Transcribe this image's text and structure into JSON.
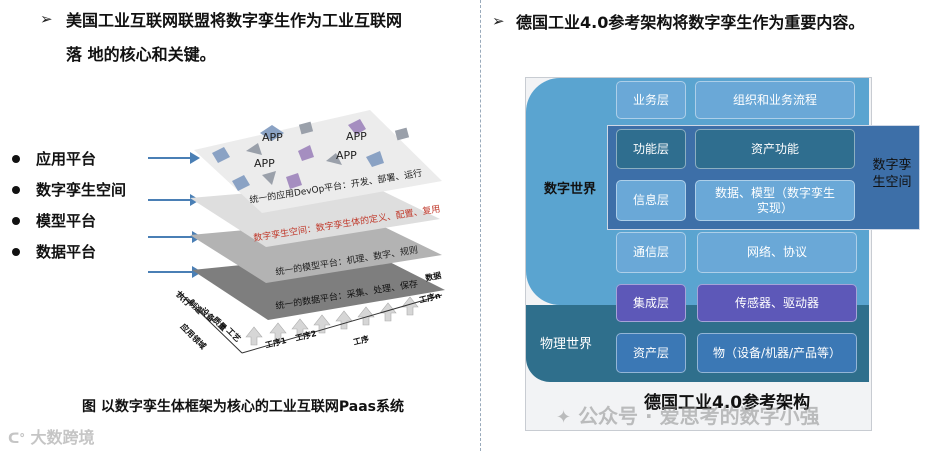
{
  "left": {
    "heading_line1": "美国工业互联网联盟将数字孪生作为工业互联网",
    "heading_line2": "落  地的核心和关键。",
    "bullets": [
      "应用平台",
      "数字孪生空间",
      "模型平台",
      "数据平台"
    ],
    "layers": {
      "app": "APP",
      "devops": "统一的应用DevOp平台：开发、部署、运行",
      "twin": "数字孪生空间：数字孪生体的定义、配置、复用",
      "model": "统一的模型平台：机理、数字、规则",
      "data": "统一的数据平台：采集、处理、保存",
      "data_tag": "数据",
      "process_n": "工序n",
      "process_1": "工序1",
      "process_2": "工序2",
      "process": "工序",
      "side_labels": [
        "执行",
        "制造",
        "设备",
        "质量",
        "工艺"
      ],
      "scenario": "应用领域"
    },
    "caption": "图  以数字孪生体框架为核心的工业互联网Paas系统"
  },
  "right": {
    "heading": "德国工业4.0参考架构将数字孪生作为重要内容。",
    "digital_world": "数字世界",
    "physical_world": "物理世界",
    "digital_twin_space": "数字孪生空间",
    "rows": [
      {
        "layer": "业务层",
        "content": "组织和业务流程"
      },
      {
        "layer": "功能层",
        "content": "资产功能"
      },
      {
        "layer": "信息层",
        "content": "数据、模型（数字孪生实现）"
      },
      {
        "layer": "通信层",
        "content": "网络、协议"
      },
      {
        "layer": "集成层",
        "content": "传感器、驱动器"
      },
      {
        "layer": "资产层",
        "content": "物（设备/机器/产品等）"
      }
    ],
    "title": "德国工业4.0参考架构"
  },
  "watermarks": {
    "bottom_left": "大数跨境",
    "bottom_right": "公众号 · 爱思考的数字小强"
  },
  "colors": {
    "accent_blue": "#5aa4d0",
    "dark_teal": "#2f6f8c",
    "purple": "#5d58b8",
    "twin_red": "#c0392b"
  }
}
